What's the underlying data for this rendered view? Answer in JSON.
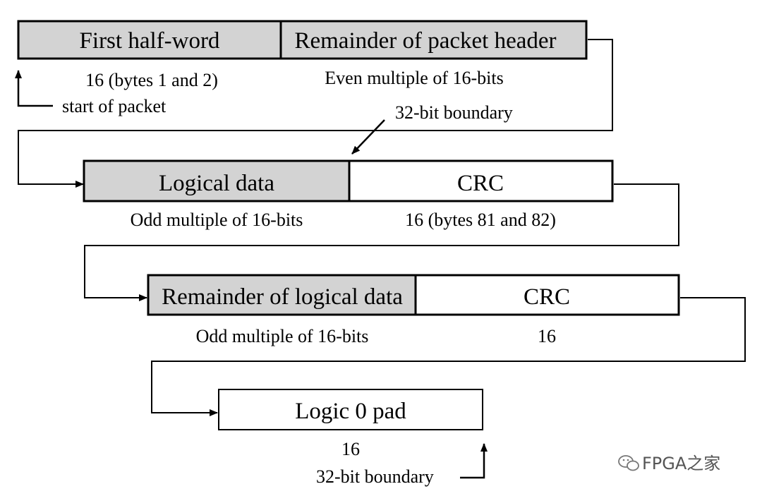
{
  "rows": [
    {
      "id": "header",
      "fields": [
        {
          "label": "First half-word",
          "filled": true
        },
        {
          "label": "Remainder of packet header",
          "filled": true
        }
      ],
      "sizes": [
        "16 (bytes 1 and 2)",
        "Even multiple of 16-bits"
      ]
    },
    {
      "id": "data1",
      "fields": [
        {
          "label": "Logical data",
          "filled": true
        },
        {
          "label": "CRC",
          "filled": false
        }
      ],
      "sizes": [
        "Odd multiple of 16-bits",
        "16 (bytes 81 and 82)"
      ]
    },
    {
      "id": "data2",
      "fields": [
        {
          "label": "Remainder of logical data",
          "filled": true
        },
        {
          "label": "CRC",
          "filled": false
        }
      ],
      "sizes": [
        "Odd multiple of 16-bits",
        "16"
      ]
    },
    {
      "id": "pad",
      "fields": [
        {
          "label": "Logic 0 pad",
          "filled": false
        }
      ],
      "sizes": [
        "16"
      ]
    }
  ],
  "annotations": {
    "start": "start of packet",
    "boundary_upper": "32-bit boundary",
    "boundary_lower": "32-bit boundary"
  },
  "watermark": {
    "text": "FPGA之家",
    "icon": "wechat-icon"
  },
  "colors": {
    "filled": "#d3d3d3",
    "empty": "#ffffff",
    "stroke": "#000000"
  }
}
